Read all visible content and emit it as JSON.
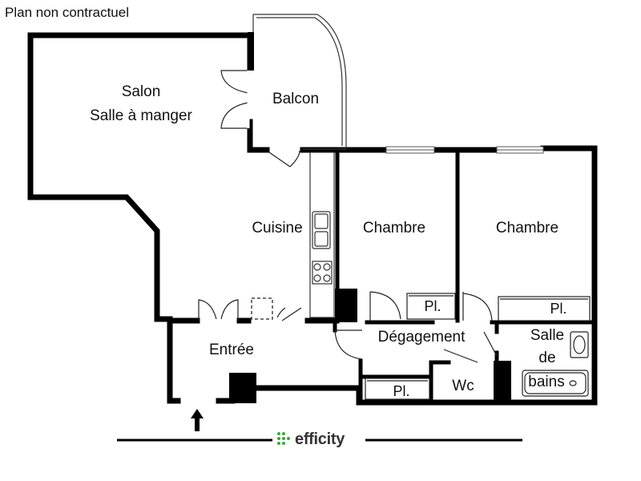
{
  "disclaimer": "Plan non contractuel",
  "rooms": {
    "salon": "Salon",
    "salle_a_manger": "Salle à manger",
    "balcon": "Balcon",
    "cuisine": "Cuisine",
    "chambre_1": "Chambre",
    "chambre_2": "Chambre",
    "entree": "Entrée",
    "degagement": "Dégagement",
    "salle_de_bains_1": "Salle",
    "salle_de_bains_2": "de",
    "salle_de_bains_3": "bains",
    "wc": "Wc",
    "placard_1": "Pl.",
    "placard_2": "Pl.",
    "placard_3": "Pl."
  },
  "brand": {
    "name": "efficity",
    "color": "#3aaa35"
  },
  "colors": {
    "wall": "#000000",
    "window": "#9a9a9a"
  },
  "icons": {
    "entrance": "entrance-arrow-icon",
    "brand": "efficity-dots-icon"
  }
}
